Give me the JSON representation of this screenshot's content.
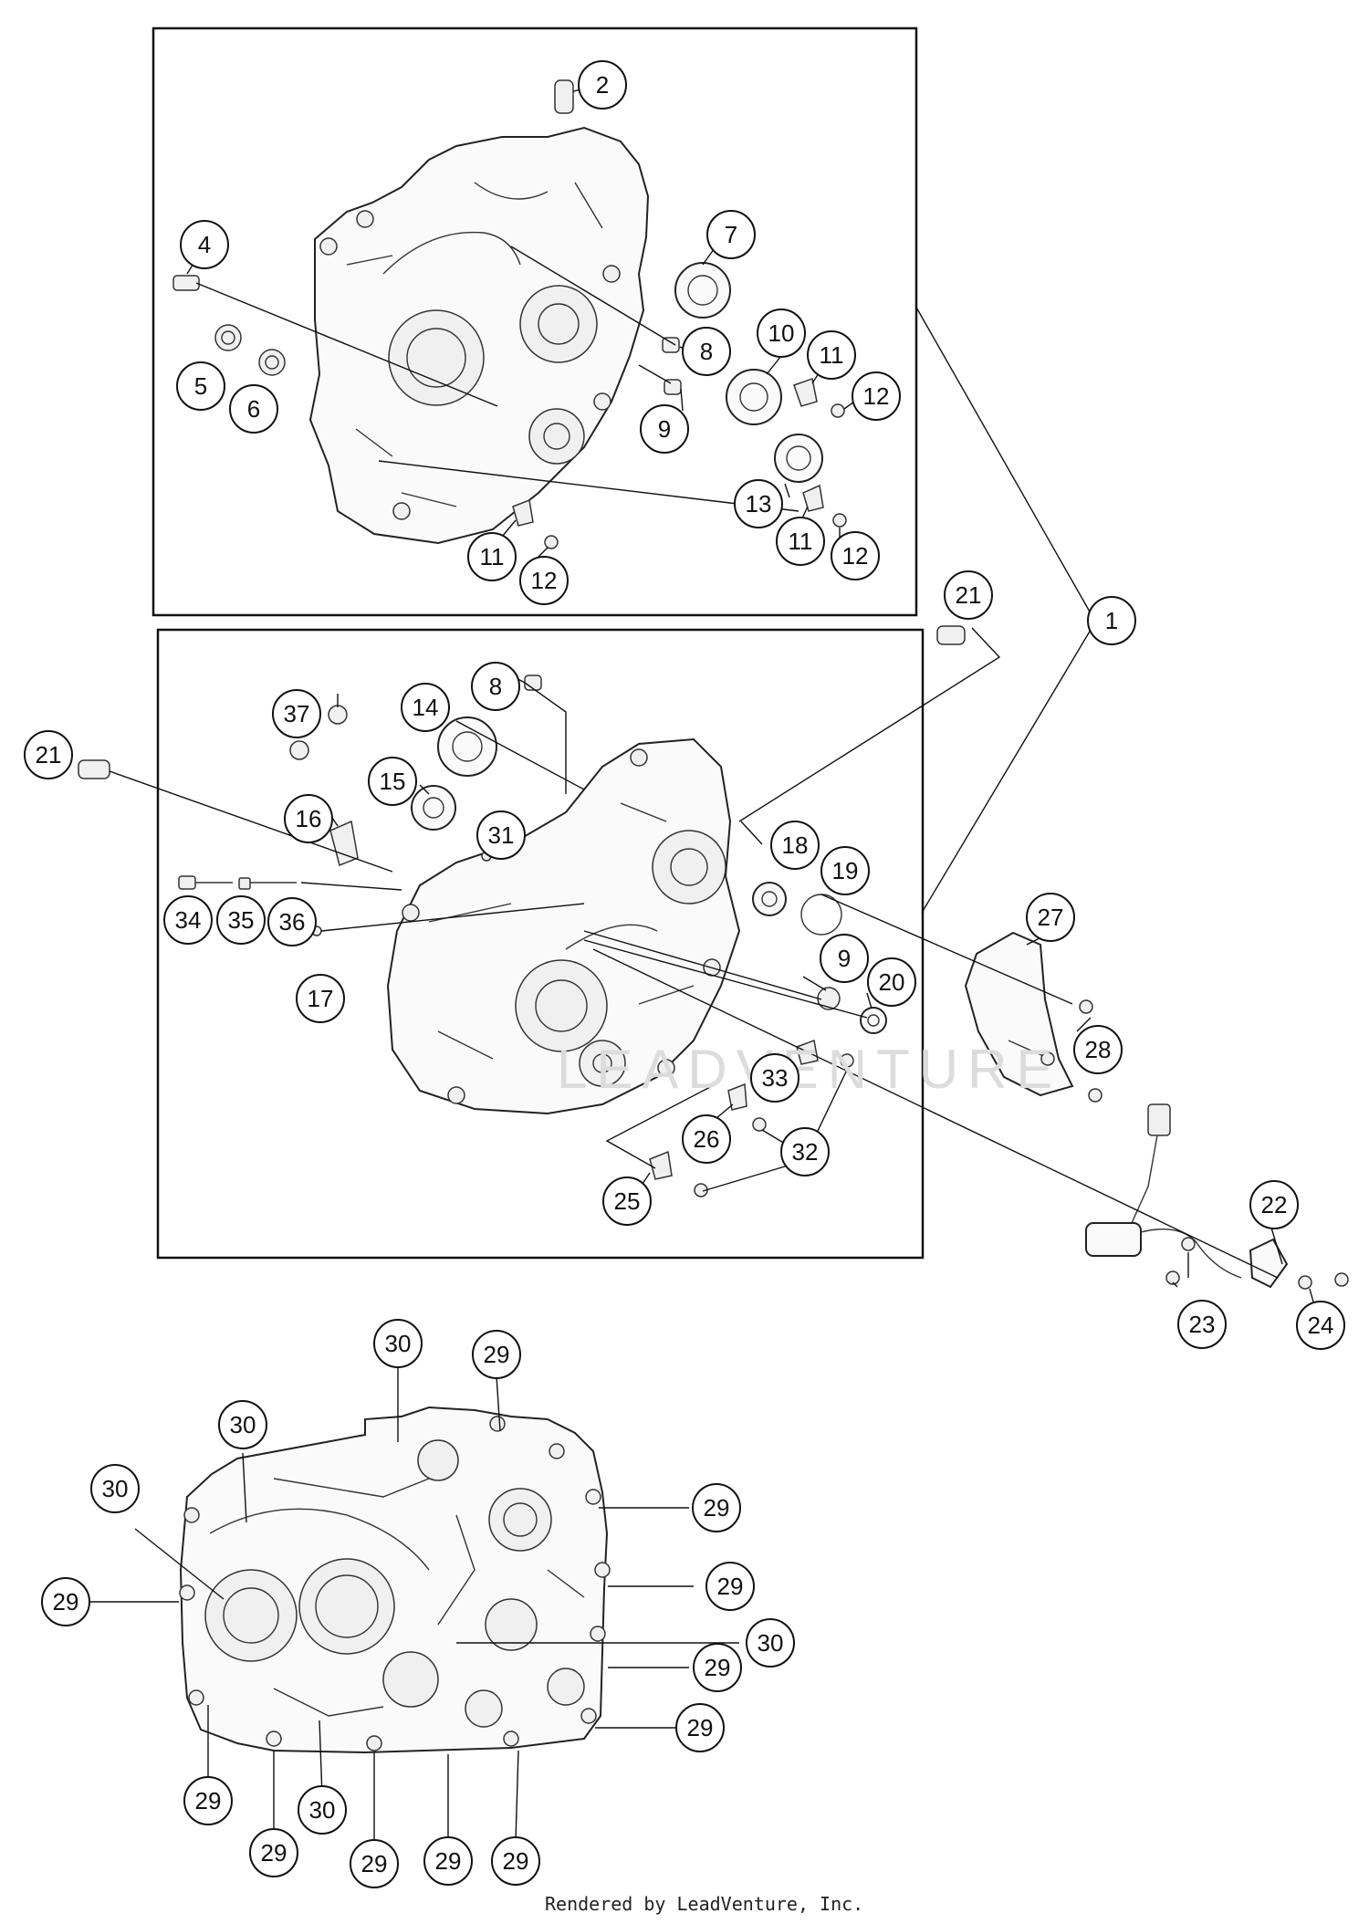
{
  "diagram": {
    "credit": "Rendered by LeadVenture, Inc.",
    "watermark": "LEADVENTURE"
  },
  "callouts": {
    "c1": "1",
    "c2": "2",
    "c4": "4",
    "c5": "5",
    "c6": "6",
    "c7": "7",
    "c8a": "8",
    "c9a": "9",
    "c10": "10",
    "c11a": "11",
    "c12a": "12",
    "c13": "13",
    "c11b": "11",
    "c12b": "12",
    "c11c": "11",
    "c12c": "12",
    "c21a": "21",
    "c21b": "21",
    "c8b": "8",
    "c37": "37",
    "c14": "14",
    "c15": "15",
    "c16": "16",
    "c31": "31",
    "c18": "18",
    "c19": "19",
    "c34": "34",
    "c35": "35",
    "c36": "36",
    "c17": "17",
    "c9b": "9",
    "c20": "20",
    "c27": "27",
    "c28": "28",
    "c33": "33",
    "c26": "26",
    "c32": "32",
    "c25": "25",
    "c22": "22",
    "c23": "23",
    "c24": "24",
    "c30a": "30",
    "c29a": "29",
    "c30b": "30",
    "c30c": "30",
    "c29b": "29",
    "c29c": "29",
    "c29d": "29",
    "c30d": "30",
    "c29e": "29",
    "c29f": "29",
    "c29g": "29",
    "c29h": "29",
    "c30e": "30",
    "c29i": "29",
    "c29j": "29",
    "c29k": "29"
  }
}
